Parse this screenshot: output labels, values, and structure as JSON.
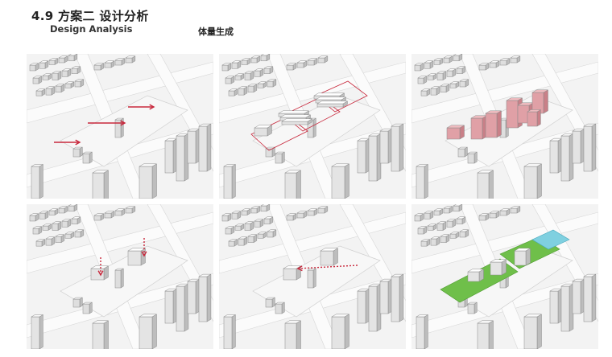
{
  "header": {
    "title": "4.9 方案二 设计分析",
    "subtitle": "Design Analysis",
    "section_label": "体量生成"
  },
  "panels": [
    {
      "step": 1,
      "overlay": "arrows"
    },
    {
      "step": 2,
      "overlay": "outlined-slabs"
    },
    {
      "step": 3,
      "overlay": "pink-masses"
    },
    {
      "step": 4,
      "overlay": "vertical-arrows"
    },
    {
      "step": 5,
      "overlay": "horizontal-arrow"
    },
    {
      "step": 6,
      "overlay": "green-landscape"
    }
  ],
  "colors": {
    "arrow": "#c8283c",
    "mass": "#e0a0a6",
    "green": "#6fbf4a",
    "water": "#7fd0e0",
    "ground": "#f3f3f3",
    "road": "#fbfbfb",
    "building_top": "#fafafa",
    "building_side": "#bdbdbd"
  }
}
